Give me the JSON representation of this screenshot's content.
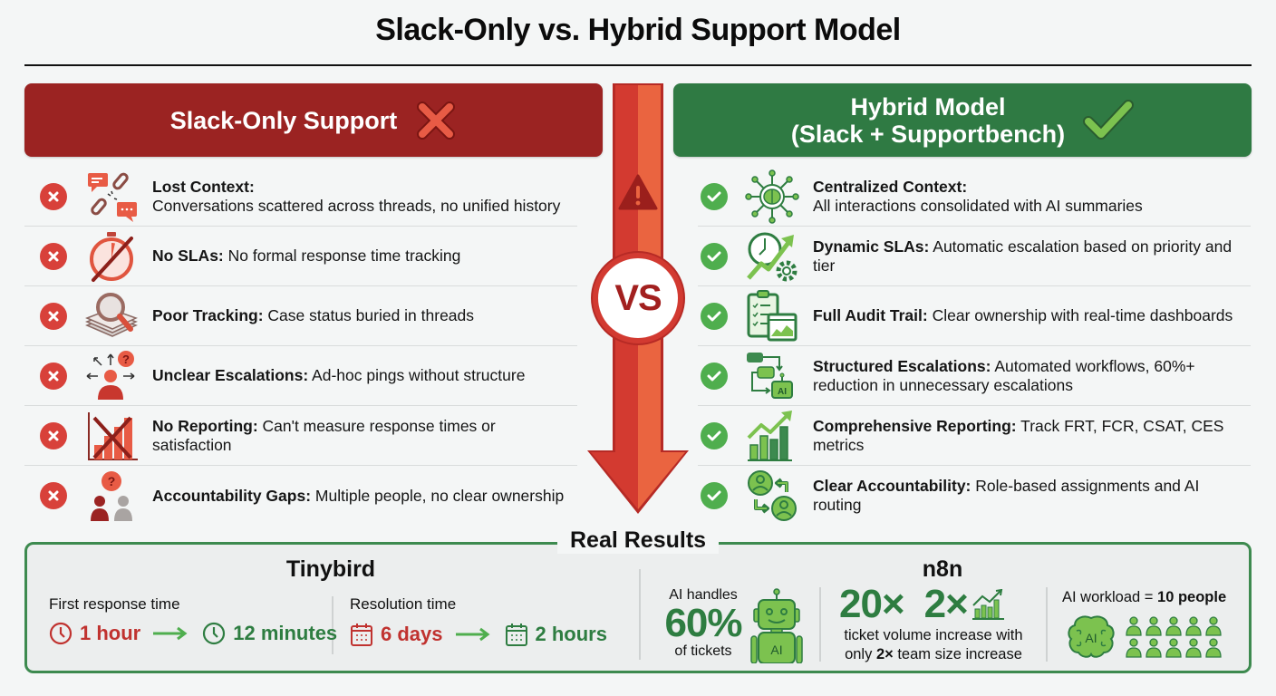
{
  "title": "Slack-Only vs. Hybrid Support Model",
  "left": {
    "banner": "Slack-Only Support",
    "banner_icon": "x-mark-icon",
    "items": [
      {
        "icon": "broken-chain-chat-icon",
        "bold": "Lost Context:",
        "text": "Conversations scattered across threads, no unified history",
        "newline": true
      },
      {
        "icon": "crossed-stopwatch-icon",
        "bold": "No SLAs:",
        "text": " No formal response time tracking",
        "newline": false
      },
      {
        "icon": "magnifier-papers-icon",
        "bold": "Poor Tracking:",
        "text": " Case status buried in threads",
        "newline": false
      },
      {
        "icon": "confused-person-arrows-icon",
        "bold": "Unclear Escalations:",
        "text": " Ad-hoc pings without structure",
        "newline": false
      },
      {
        "icon": "crossed-bar-chart-icon",
        "bold": "No Reporting:",
        "text": " Can't measure response times or satisfaction",
        "newline": false
      },
      {
        "icon": "two-people-question-icon",
        "bold": "Accountability Gaps:",
        "text": " Multiple people, no clear ownership",
        "newline": false
      }
    ]
  },
  "right": {
    "banner_line1": "Hybrid Model",
    "banner_line2": "(Slack + Supportbench)",
    "banner_icon": "checkmark-icon",
    "items": [
      {
        "icon": "brain-network-icon",
        "bold": "Centralized Context:",
        "text": "All interactions consolidated with AI summaries",
        "newline": true
      },
      {
        "icon": "clock-trend-gear-icon",
        "bold": "Dynamic SLAs:",
        "text": " Automatic escalation based on priority and tier",
        "newline": false
      },
      {
        "icon": "clipboard-dashboard-icon",
        "bold": "Full Audit Trail:",
        "text": " Clear ownership with real-time dashboards",
        "newline": false
      },
      {
        "icon": "workflow-ai-icon",
        "bold": "Structured Escalations:",
        "text": " Automated workflows, 60%+ reduction in unnecessary escalations",
        "newline": false
      },
      {
        "icon": "growth-chart-icon",
        "bold": "Comprehensive Reporting:",
        "text": " Track FRT, FCR, CSAT, CES metrics",
        "newline": false
      },
      {
        "icon": "people-swap-icon",
        "bold": "Clear Accountability:",
        "text": " Role-based assignments and AI routing",
        "newline": false
      }
    ]
  },
  "center": {
    "vs": "VS",
    "warning_icon": "warning-triangle-icon"
  },
  "results": {
    "title": "Real Results",
    "tinybird": {
      "name": "Tinybird",
      "frt_label": "First response time",
      "frt_before": "1 hour",
      "frt_after": "12 minutes",
      "res_label": "Resolution time",
      "res_before": "6 days",
      "res_after": "2 hours"
    },
    "n8n": {
      "name": "n8n",
      "ai_handles_label": "AI handles",
      "ai_handles_value": "60%",
      "ai_handles_suffix": "of tickets",
      "robot_label": "AI",
      "volume_value": "20×",
      "team_value": "2×",
      "volume_line1": "ticket volume increase with",
      "volume_line2_pre": "only ",
      "volume_line2_bold": "2×",
      "volume_line2_post": " team size increase",
      "workload_label": "AI workload = ",
      "workload_bold": "10 people",
      "brain_label": "AI",
      "people_count": 10
    }
  },
  "colors": {
    "red_banner": "#9b2322",
    "green_banner": "#2f7a43",
    "bad": "#d8413a",
    "good": "#4fae4e",
    "red_text": "#c0322f",
    "green_text": "#2e7d41"
  }
}
